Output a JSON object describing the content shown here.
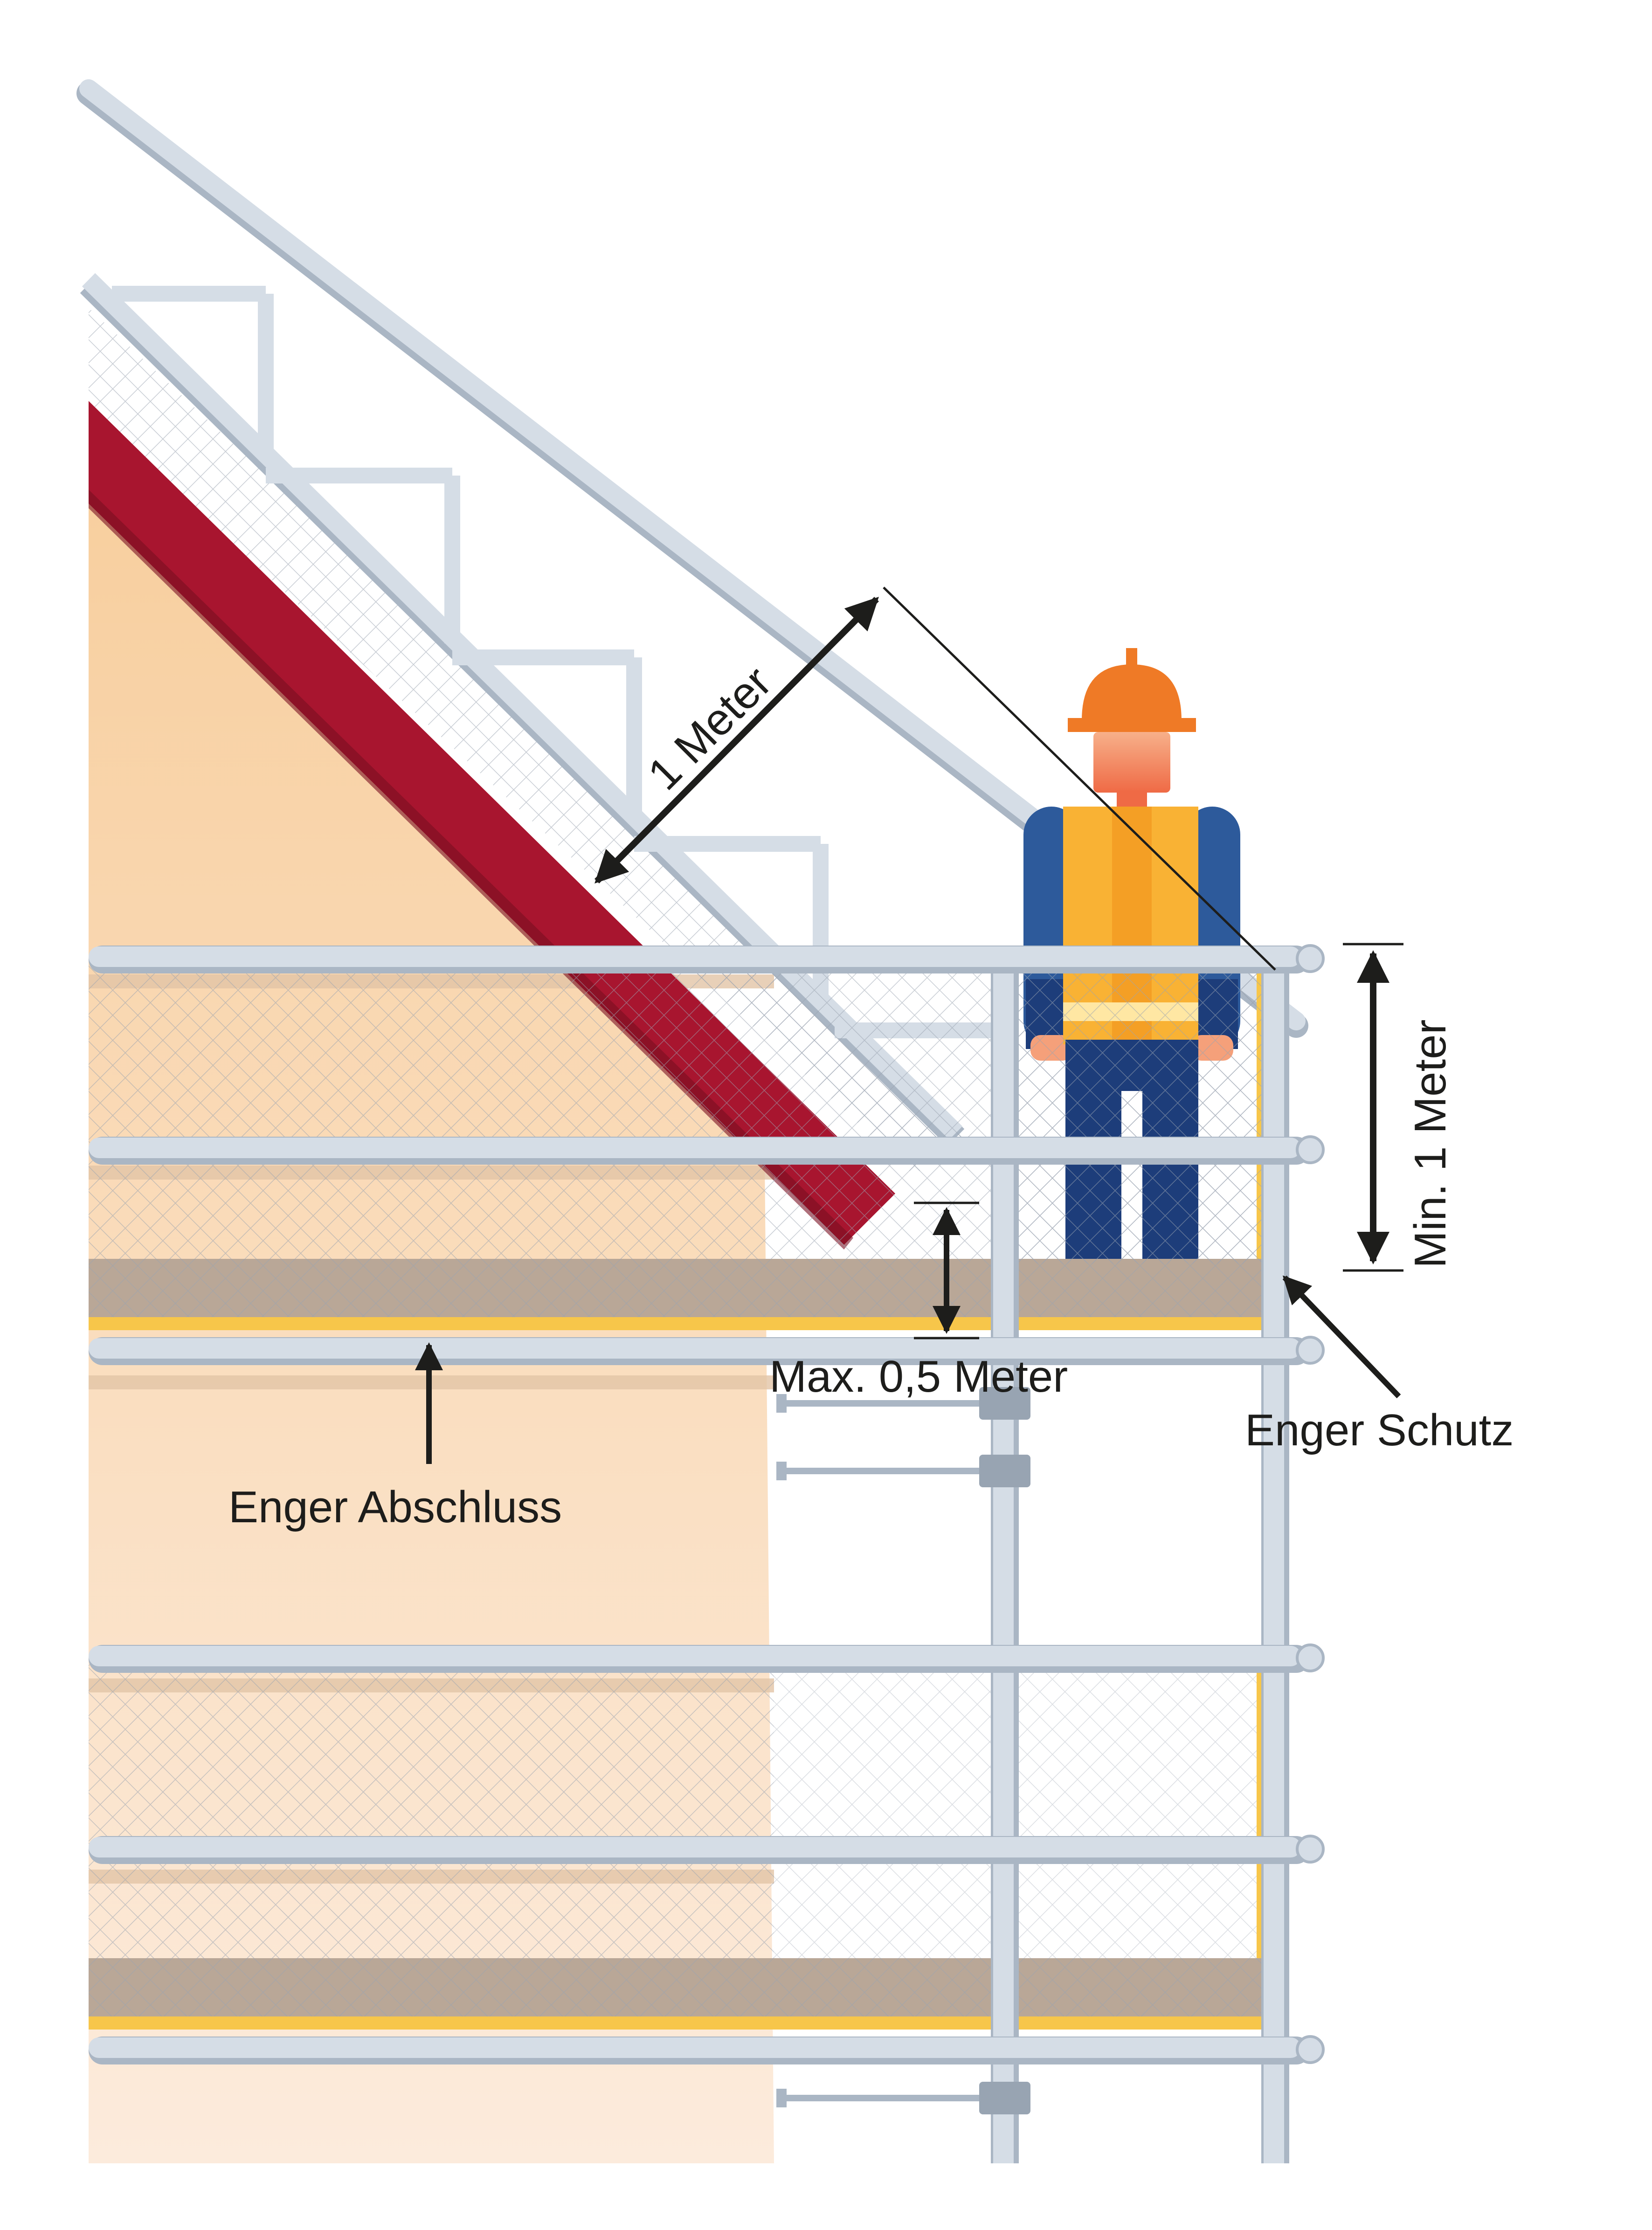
{
  "labels": {
    "rafter_distance": "1 Meter",
    "guardrail_height": "Min. 1 Meter",
    "max_gap": "Max. 0,5 Meter",
    "close_protection": "Enger Schutz",
    "close_closure": "Enger Abschluss"
  },
  "colors": {
    "pipe": "#d5dde6",
    "pipe_shadow": "#aab6c4",
    "roof_edge": "#a8152f",
    "wall": "#f8d6ad",
    "deck": "#b9a797",
    "toe_board": "#f7c64a",
    "helmet": "#ef7a26",
    "vest": "#f9b234",
    "jacket": "#2d5a9b",
    "pants": "#1d3d7a",
    "arrow": "#1d1d1b"
  }
}
